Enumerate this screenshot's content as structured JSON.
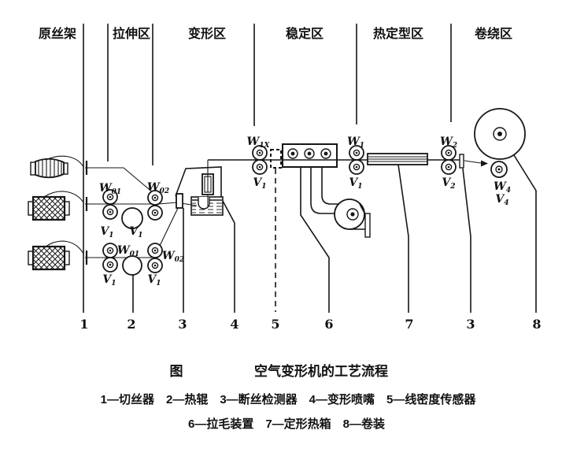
{
  "figure": {
    "zones": [
      {
        "label": "原丝架"
      },
      {
        "label": "拉伸区"
      },
      {
        "label": "变形区"
      },
      {
        "label": "稳定区"
      },
      {
        "label": "热定型区"
      },
      {
        "label": "卷绕区"
      }
    ],
    "roller_labels": {
      "w01": {
        "b": "W",
        "s": "01"
      },
      "w02": {
        "b": "W",
        "s": "02"
      },
      "v1": {
        "b": "V",
        "s": "1"
      },
      "w1x": {
        "b": "W",
        "s": "1X"
      },
      "w1": {
        "b": "W",
        "s": "1"
      },
      "w2": {
        "b": "W",
        "s": "2"
      },
      "v2": {
        "b": "V",
        "s": "2"
      },
      "w4": {
        "b": "W",
        "s": "4"
      },
      "v4": {
        "b": "V",
        "s": "4"
      }
    },
    "callouts": [
      "1",
      "2",
      "3",
      "4",
      "5",
      "6",
      "7",
      "3",
      "8"
    ],
    "caption": {
      "prefix": "图",
      "title": "空气变形机的工艺流程"
    },
    "legend": [
      "1—切丝器　2—热辊　3—断丝检测器　4—变形喷嘴　5—线密度传感器",
      "6—拉毛装置　7—定形热箱　8—卷装"
    ]
  }
}
